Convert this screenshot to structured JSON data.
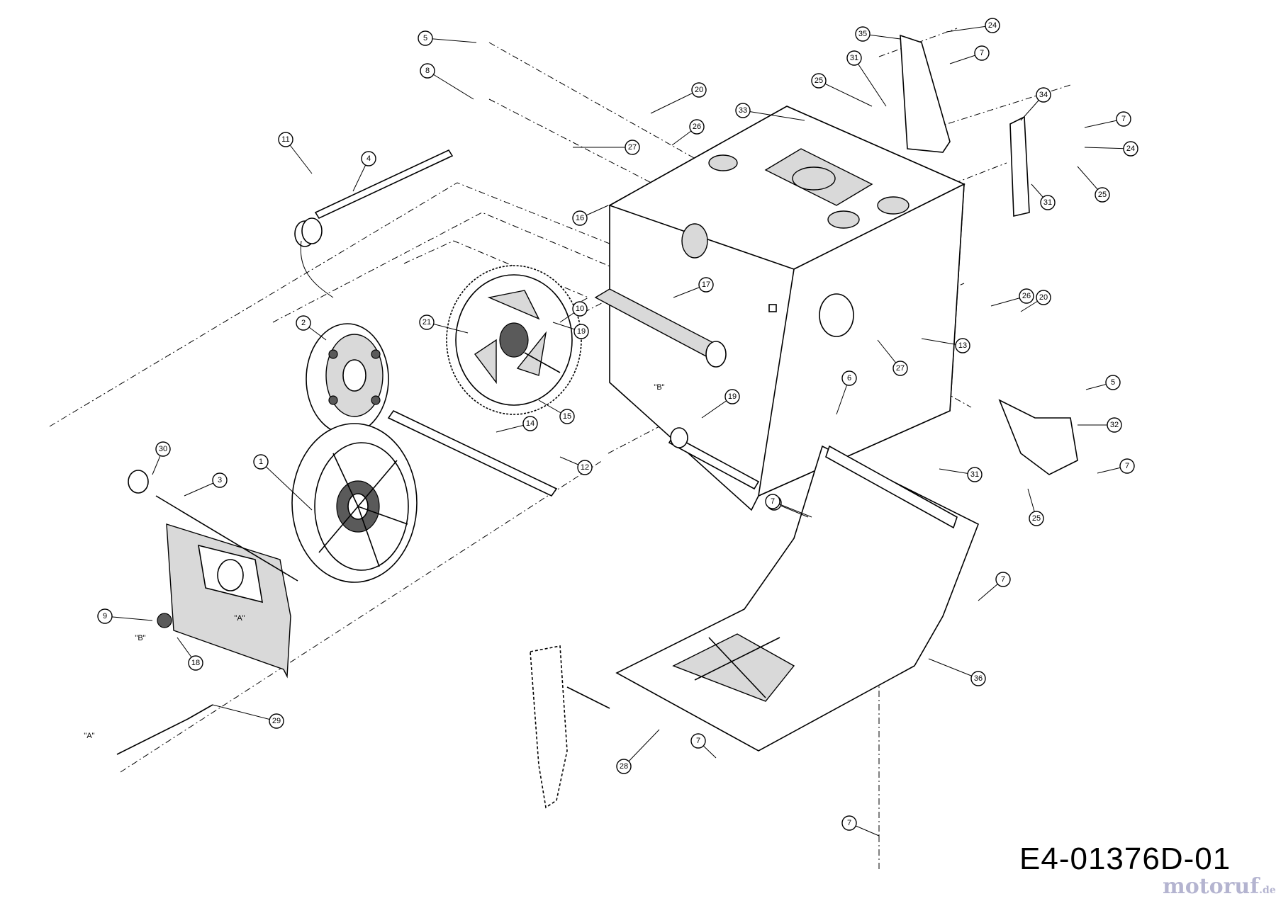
{
  "diagram_code": "E4-01376D-01",
  "watermark": {
    "name": "motoruf",
    "suffix": ".de"
  },
  "reference_labels": {
    "a": "\"A\"",
    "b": "\"B\""
  },
  "callouts": [
    {
      "num": "1"
    },
    {
      "num": "2"
    },
    {
      "num": "3"
    },
    {
      "num": "4"
    },
    {
      "num": "5"
    },
    {
      "num": "5"
    },
    {
      "num": "6"
    },
    {
      "num": "7"
    },
    {
      "num": "7"
    },
    {
      "num": "7"
    },
    {
      "num": "7"
    },
    {
      "num": "7"
    },
    {
      "num": "7"
    },
    {
      "num": "7"
    },
    {
      "num": "7"
    },
    {
      "num": "8"
    },
    {
      "num": "9"
    },
    {
      "num": "10"
    },
    {
      "num": "11"
    },
    {
      "num": "12"
    },
    {
      "num": "13"
    },
    {
      "num": "14"
    },
    {
      "num": "15"
    },
    {
      "num": "16"
    },
    {
      "num": "17"
    },
    {
      "num": "18"
    },
    {
      "num": "19"
    },
    {
      "num": "19"
    },
    {
      "num": "20"
    },
    {
      "num": "20"
    },
    {
      "num": "21"
    },
    {
      "num": "24"
    },
    {
      "num": "24"
    },
    {
      "num": "25"
    },
    {
      "num": "25"
    },
    {
      "num": "25"
    },
    {
      "num": "26"
    },
    {
      "num": "26"
    },
    {
      "num": "27"
    },
    {
      "num": "27"
    },
    {
      "num": "28"
    },
    {
      "num": "29"
    },
    {
      "num": "30"
    },
    {
      "num": "31"
    },
    {
      "num": "31"
    },
    {
      "num": "31"
    },
    {
      "num": "32"
    },
    {
      "num": "33"
    },
    {
      "num": "34"
    },
    {
      "num": "35"
    },
    {
      "num": "36"
    }
  ]
}
